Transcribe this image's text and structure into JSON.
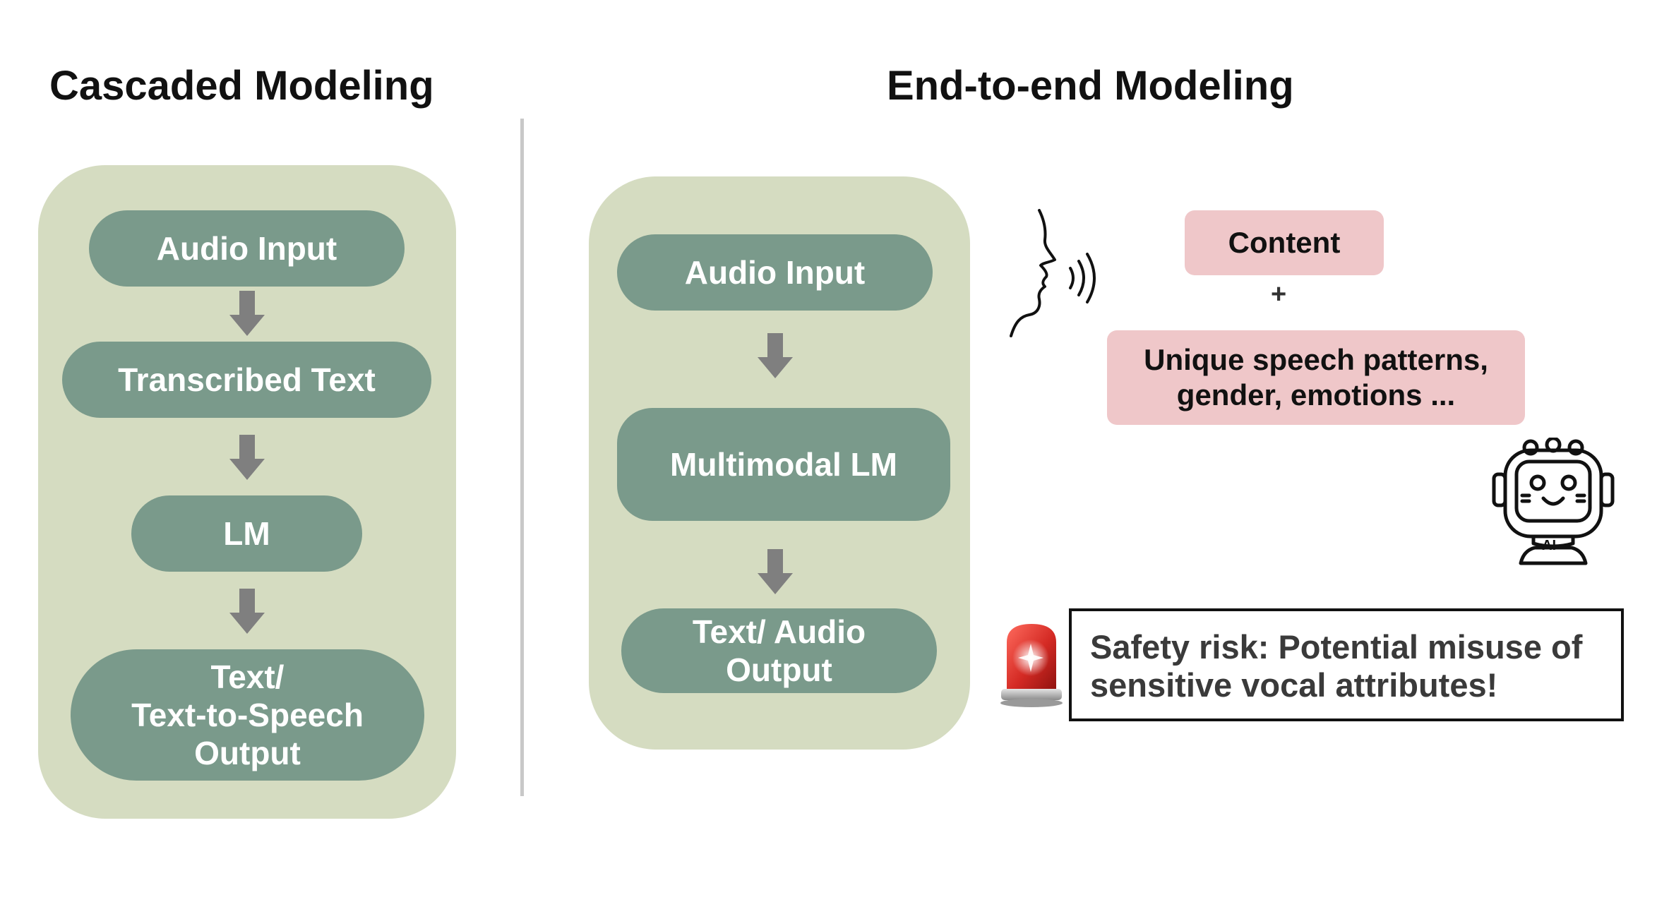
{
  "cascaded": {
    "title": "Cascaded Modeling",
    "steps": [
      "Audio Input",
      "Transcribed Text",
      "LM",
      "Text/\nText-to-Speech\nOutput"
    ]
  },
  "end_to_end": {
    "title": "End-to-end Modeling",
    "steps": [
      "Audio Input",
      "Multimodal LM",
      "Text/ Audio\nOutput"
    ]
  },
  "speech_info": {
    "content_label": "Content",
    "plus": "+",
    "attributes_label": "Unique speech patterns,\ngender, emotions ..."
  },
  "robot": {
    "badge": "AI"
  },
  "risk": {
    "text": "Safety risk: Potential misuse of\nsensitive vocal attributes!"
  },
  "icons": [
    "speaking-head-icon",
    "robot-icon",
    "siren-icon",
    "down-arrow-icon"
  ],
  "colors": {
    "panel": "#d5dcc1",
    "pill": "#7a9a8b",
    "arrow": "#7f7f7f",
    "tag": "#efc7c9",
    "siren": "#d42a24"
  }
}
